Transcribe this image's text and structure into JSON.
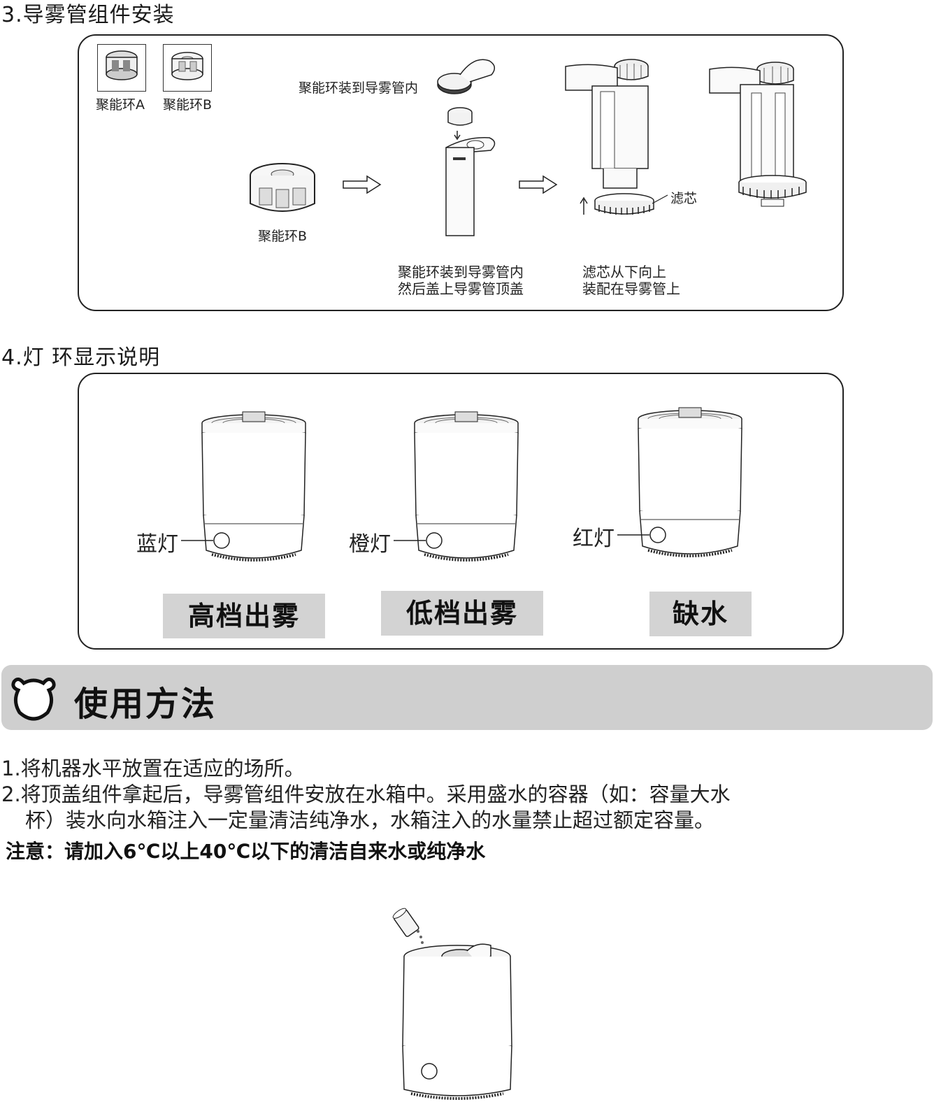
{
  "section3": {
    "title": "3.导雾管组件安装",
    "ring_a_label": "聚能环A",
    "ring_b_label": "聚能环B",
    "ring_b_big_label": "聚能环B",
    "install_callout": "聚能环装到导雾管内",
    "filter_callout": "滤芯",
    "caption_left_line1": "聚能环装到导雾管内",
    "caption_left_line2": "然后盖上导雾管顶盖",
    "caption_right_line1": "滤芯从下向上",
    "caption_right_line2": "装配在导雾管上"
  },
  "section4": {
    "title": "4.灯 环显示说明",
    "lamps": [
      {
        "label": "蓝灯",
        "status": "高档出雾"
      },
      {
        "label": "橙灯",
        "status": "低档出雾"
      },
      {
        "label": "红灯",
        "status": "缺水"
      }
    ]
  },
  "usage": {
    "title": "使用方法",
    "step1": "1.将机器水平放置在适应的场所。",
    "step2_line1": "2.将顶盖组件拿起后，导雾管组件安放在水箱中。采用盛水的容器（如：容量大水",
    "step2_line2": "杯）装水向水箱注入一定量清洁纯净水，水箱注入的水量禁止超过额定容量。",
    "note": "注意：请加入6℃以上40℃以下的清洁自来水或纯净水"
  }
}
